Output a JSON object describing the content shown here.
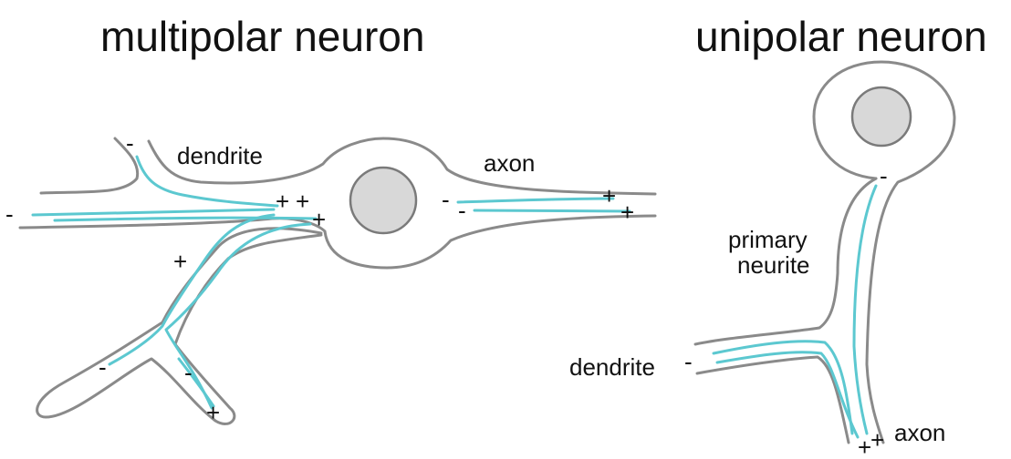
{
  "titles": {
    "multipolar": "multipolar neuron",
    "unipolar": "unipolar neuron"
  },
  "labels": {
    "dendrite_multipolar": "dendrite",
    "axon_multipolar": "axon",
    "primary_neurite_line1": "primary",
    "primary_neurite_line2": "neurite",
    "dendrite_unipolar": "dendrite",
    "axon_unipolar": "axon"
  },
  "signs": {
    "plus": "+",
    "minus": "-"
  },
  "colors": {
    "outline": "#8a8a8a",
    "microtubule": "#5cc8d0",
    "nucleus_fill": "#d8d8d8",
    "nucleus_stroke": "#7a7a7a",
    "text": "#111111"
  }
}
